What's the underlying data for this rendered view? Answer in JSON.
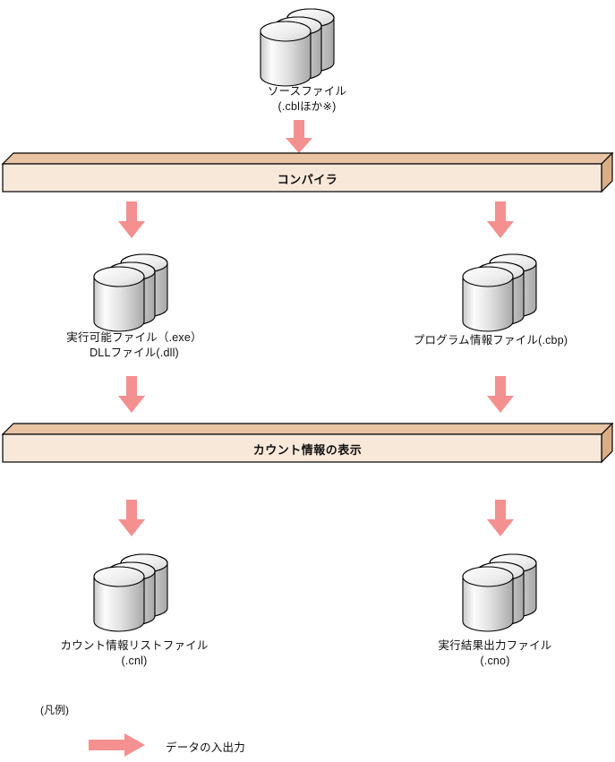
{
  "diagram": {
    "title": "COBOL count information flow",
    "colors": {
      "arrow_fill": "#F49090",
      "slab_front": "#F8E8DA",
      "slab_top": "#E8C4A4",
      "slab_side": "#D9AE86",
      "slab_stroke": "#000000",
      "cylinder_light": "#FDFDFD",
      "cylinder_mid": "#E2E2E2",
      "cylinder_dark": "#B8B8B8",
      "cylinder_stroke": "#000000",
      "text": "#111111",
      "background": "#FFFFFF"
    },
    "nodes": {
      "source_file": {
        "icon": "cylinder-stack-icon",
        "line1": "ソースファイル",
        "line2": "(.cblほか※)"
      },
      "compiler": {
        "icon": "process-slab-icon",
        "label": "コンパイラ"
      },
      "executable_file": {
        "icon": "cylinder-stack-icon",
        "line1": "実行可能ファイル（.exe）",
        "line2": "DLLファイル(.dll)"
      },
      "program_info_file": {
        "icon": "cylinder-stack-icon",
        "line1": "プログラム情報ファイル(.cbp)",
        "line2": ""
      },
      "count_display": {
        "icon": "process-slab-icon",
        "label": "カウント情報の表示"
      },
      "count_list_file": {
        "icon": "cylinder-stack-icon",
        "line1": "カウント情報リストファイル",
        "line2": "(.cnl)"
      },
      "exec_result_file": {
        "icon": "cylinder-stack-icon",
        "line1": "実行結果出力ファイル",
        "line2": "(.cno)"
      }
    },
    "legend": {
      "title": "(凡例)",
      "items": [
        {
          "icon": "right-arrow-icon",
          "label": "データの入出力"
        }
      ]
    },
    "arrows": [
      {
        "id": "source-to-compiler",
        "direction": "down"
      },
      {
        "id": "compiler-to-executable",
        "direction": "down"
      },
      {
        "id": "compiler-to-program-info",
        "direction": "down"
      },
      {
        "id": "executable-to-count",
        "direction": "down"
      },
      {
        "id": "program-info-to-count",
        "direction": "down"
      },
      {
        "id": "count-to-count-list",
        "direction": "down"
      },
      {
        "id": "count-to-exec-result",
        "direction": "down"
      }
    ]
  }
}
